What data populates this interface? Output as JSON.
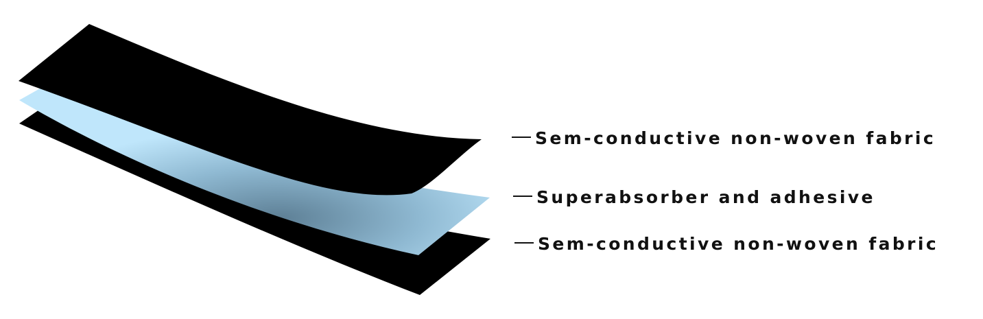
{
  "colors": {
    "fabric_layer": "#000000",
    "absorber_light": "#bfe6fb",
    "absorber_dark": "#5d7f95",
    "label_text": "#111111",
    "background": "#ffffff"
  },
  "diagram": {
    "layers": [
      {
        "id": "top",
        "label": "Sem-conductive non-woven fabric",
        "material": "fabric"
      },
      {
        "id": "middle",
        "label": "Superabsorber and adhesive",
        "material": "absorber"
      },
      {
        "id": "bottom",
        "label": "Sem-conductive non-woven fabric",
        "material": "fabric"
      }
    ]
  }
}
